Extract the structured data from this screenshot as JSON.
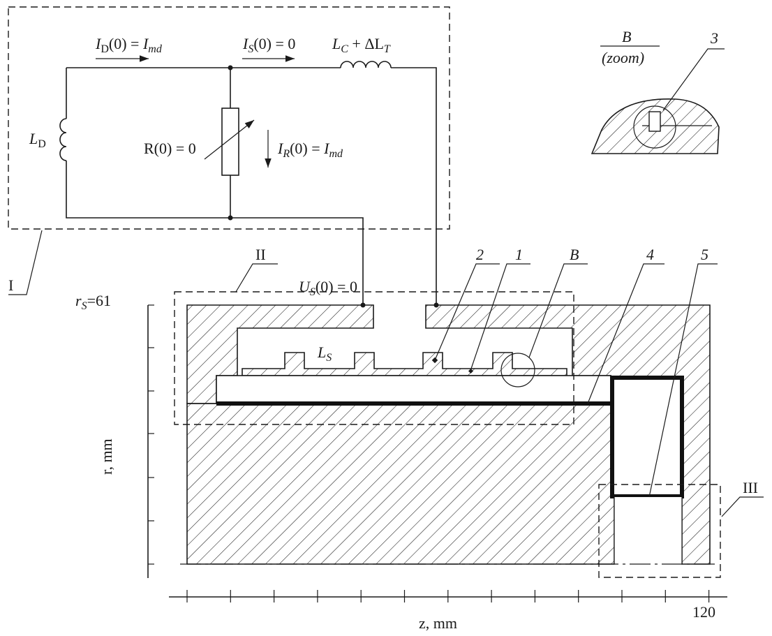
{
  "circuit": {
    "current_d": {
      "base": "I",
      "sub": "D",
      "rest": "(0) = ",
      "rhs": "I",
      "rhs_sub": "md"
    },
    "current_s": {
      "base": "I",
      "sub": "S",
      "rest": "(0) = 0"
    },
    "inductance_c": {
      "base": "L",
      "sub": "C",
      "mid": " + ΔL",
      "sub2": "T"
    },
    "inductance_d": {
      "base": "L",
      "sub": "D"
    },
    "resistance": "R(0) = 0",
    "current_r": {
      "base": "I",
      "sub": "R",
      "rest": "(0) = ",
      "rhs": "I",
      "rhs_sub": "md"
    },
    "voltage_s": {
      "base": "U",
      "sub": "S",
      "rest": "(0) = 0"
    }
  },
  "zoom_view": {
    "title": "B",
    "subtitle": "(zoom)",
    "marker": "3"
  },
  "regions": {
    "r1": "I",
    "r2": "II",
    "r3": "III"
  },
  "markers": {
    "m1": "1",
    "m2": "2",
    "mB": "B",
    "m4": "4",
    "m5": "5"
  },
  "inner_label": {
    "base": "L",
    "sub": "S"
  },
  "axes": {
    "y_label": "r, mm",
    "y_tick": {
      "base": "r",
      "sub": "S",
      "rest": "=61"
    },
    "x_label": "z, mm",
    "x_tick": "120"
  }
}
